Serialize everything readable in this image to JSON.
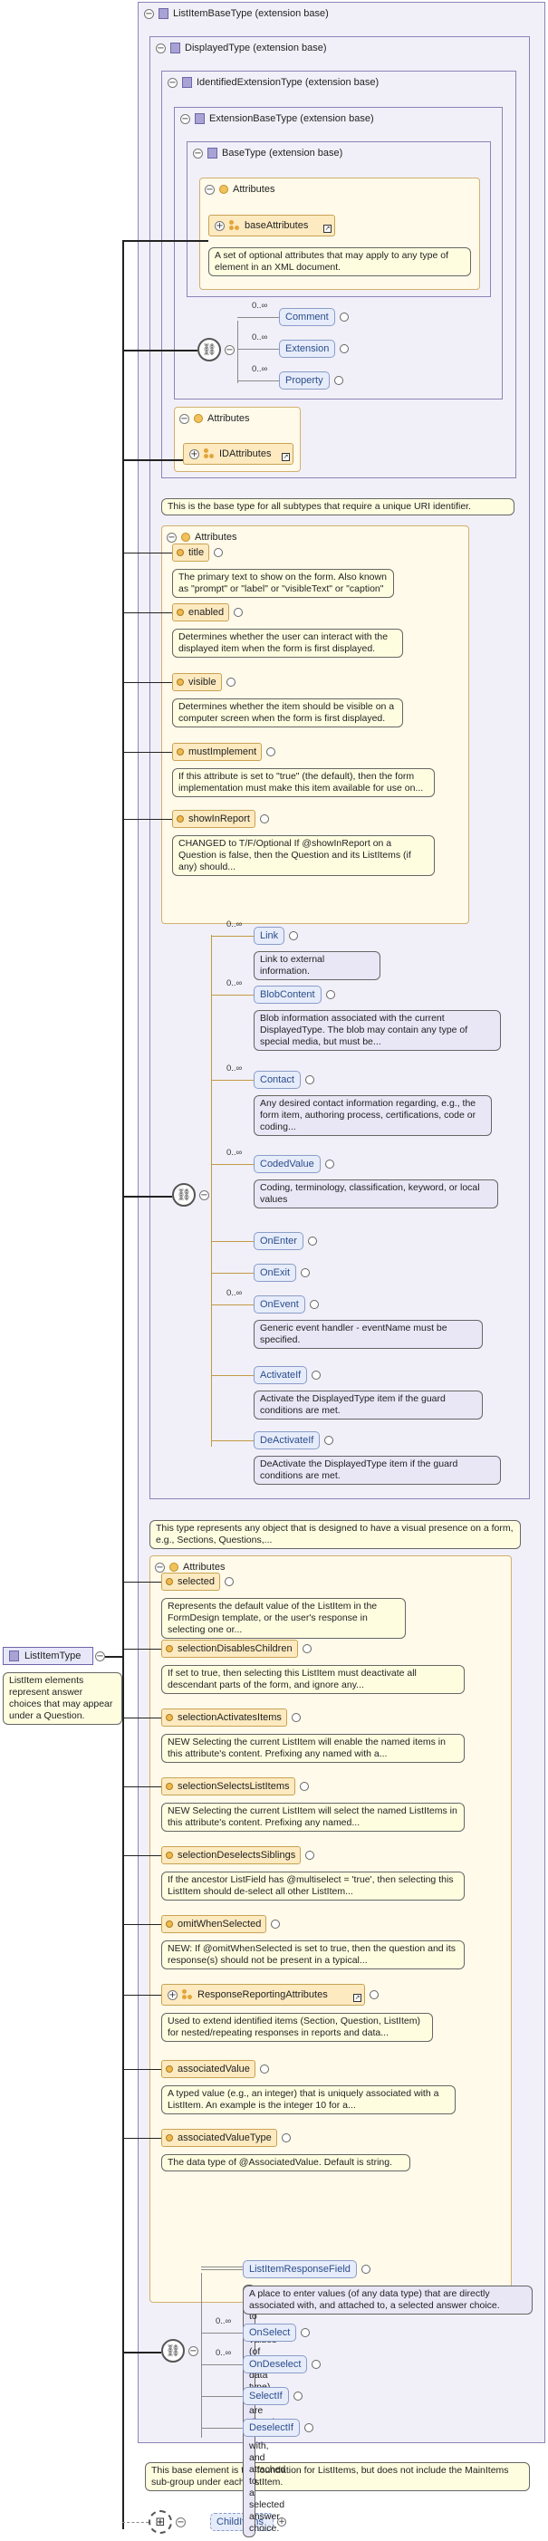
{
  "root": {
    "name": "ListItemType",
    "note": "ListItem elements represent answer choices that may appear under a Question."
  },
  "base": {
    "title": "ListItemBaseType (extension base)",
    "note": "This base element is the foundation for ListItems, but does not include the MainItems sub-group under each ListItem."
  },
  "displayed": {
    "title": "DisplayedType (extension base)",
    "note": "This type represents any object that is designed to have a visual presence on a form, e.g., Sections, Questions,..."
  },
  "identified": {
    "title": "IdentifiedExtensionType (extension base)",
    "note": "This is the base type for all subtypes that require a unique URI identifier."
  },
  "extensionBase": {
    "title": "ExtensionBaseType (extension base)"
  },
  "baseType": {
    "title": "BaseType (extension base)",
    "attributes_label": "Attributes",
    "group": "baseAttributes",
    "group_note": "A set of optional attributes that may apply to any type of element in an XML document."
  },
  "extSeq": [
    {
      "mult": "0..∞",
      "name": "Comment"
    },
    {
      "mult": "0..∞",
      "name": "Extension"
    },
    {
      "mult": "0..∞",
      "name": "Property"
    }
  ],
  "identAttrs": {
    "label": "Attributes",
    "group": "IDAttributes"
  },
  "dispAttrs": {
    "label": "Attributes",
    "items": [
      {
        "name": "title",
        "note": "The primary text to show on the form. Also known as \"prompt\" or \"label\" or \"visibleText\" or \"caption\""
      },
      {
        "name": "enabled",
        "note": "Determines whether the user can interact with the displayed item when the form is first displayed."
      },
      {
        "name": "visible",
        "note": "Determines whether the item should be visible on a computer screen when the form is first displayed."
      },
      {
        "name": "mustImplement",
        "note": "If this attribute is set to \"true\" (the default), then the form implementation must make this item available for use on..."
      },
      {
        "name": "showInReport",
        "note": "CHANGED to T/F/Optional If @showInReport on a Question is false, then the Question and its ListItems (if any) should..."
      }
    ]
  },
  "dispSeq": [
    {
      "mult": "0..∞",
      "name": "Link",
      "note": "Link to external information."
    },
    {
      "mult": "0..∞",
      "name": "BlobContent",
      "note": "Blob information associated with the current DisplayedType. The blob may contain any type of special media, but must be..."
    },
    {
      "mult": "0..∞",
      "name": "Contact",
      "note": "Any desired contact information regarding, e.g., the form item, authoring process, certifications, code or coding..."
    },
    {
      "mult": "0..∞",
      "name": "CodedValue",
      "note": "Coding, terminology, classification, keyword, or local values"
    },
    {
      "mult": "",
      "name": "OnEnter",
      "note": ""
    },
    {
      "mult": "",
      "name": "OnExit",
      "note": ""
    },
    {
      "mult": "0..∞",
      "name": "OnEvent",
      "note": "Generic event handler - eventName must be specified."
    },
    {
      "mult": "",
      "name": "ActivateIf",
      "note": "Activate the DisplayedType item if the guard conditions are met."
    },
    {
      "mult": "",
      "name": "DeActivateIf",
      "note": "DeActivate the DisplayedType item if the guard conditions are met."
    }
  ],
  "liAttrs": {
    "label": "Attributes",
    "items": [
      {
        "name": "selected",
        "note": "Represents the default value of the ListItem in the FormDesign template, or the user's response in selecting one or..."
      },
      {
        "name": "selectionDisablesChildren",
        "note": "If set to true, then selecting this ListItem must deactivate all descendant parts of the form, and ignore any..."
      },
      {
        "name": "selectionActivatesItems",
        "note": "NEW Selecting the current ListItem will enable the named items in this attribute's content. Prefixing any named with a..."
      },
      {
        "name": "selectionSelectsListItems",
        "note": "NEW Selecting the current ListItem will select the named ListItems in this attribute's content. Prefixing any named..."
      },
      {
        "name": "selectionDeselectsSiblings",
        "note": "If the ancestor ListField has @multiselect = 'true', then selecting this ListItem should de-select all other ListItem..."
      },
      {
        "name": "omitWhenSelected",
        "note": "NEW: If @omitWhenSelected is set to true, then the question and its response(s) should not be present in a typical..."
      },
      {
        "name": "ResponseReportingAttributes",
        "note": "Used to extend identified items (Section, Question, ListItem) for nested/repeating responses in reports and data..."
      },
      {
        "name": "associatedValue",
        "note": "A typed value (e.g., an integer) that is uniquely associated with a ListItem. An example is the integer 10 for a..."
      },
      {
        "name": "associatedValueType",
        "note": "The data type of @AssociatedValue. Default is string."
      }
    ]
  },
  "liSeq": [
    {
      "mult": "",
      "name": "ListItemResponseField",
      "note": "A place to enter values (of any data type) that are directly associated with, and attached to, a selected answer choice."
    },
    {
      "mult": "0..∞",
      "name": "OnSelect",
      "note": ""
    },
    {
      "mult": "0..∞",
      "name": "OnDeselect",
      "note": ""
    },
    {
      "mult": "",
      "name": "SelectIf",
      "note": ""
    },
    {
      "mult": "",
      "name": "DeselectIf",
      "note": ""
    }
  ],
  "childItems": {
    "name": "ChildItems"
  }
}
